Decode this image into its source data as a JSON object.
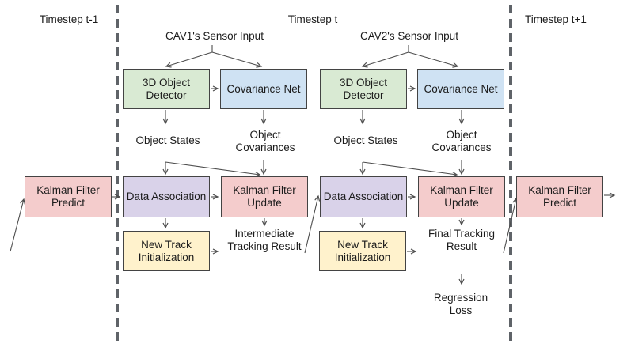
{
  "diagram": {
    "timesteps": {
      "prev": "Timestep t-1",
      "current": "Timestep t",
      "next": "Timestep t+1"
    },
    "prev_column": {
      "kalman_predict": "Kalman Filter Predict"
    },
    "next_column": {
      "kalman_predict": "Kalman Filter Predict"
    },
    "cav1": {
      "sensor_input": "CAV1's Sensor Input",
      "detector": "3D Object Detector",
      "covariance_net": "Covariance Net",
      "object_states": "Object States",
      "object_covariances": "Object Covariances",
      "data_association": "Data Association",
      "kalman_update": "Kalman Filter Update",
      "new_track": "New Track Initialization",
      "result": "Intermediate Tracking Result"
    },
    "cav2": {
      "sensor_input": "CAV2's Sensor Input",
      "detector": "3D Object Detector",
      "covariance_net": "Covariance Net",
      "object_states": "Object States",
      "object_covariances": "Object Covariances",
      "data_association": "Data Association",
      "kalman_update": "Kalman Filter Update",
      "new_track": "New Track Initialization",
      "result": "Final Tracking Result"
    },
    "loss_label": "Regression Loss",
    "colors": {
      "detector_fill": "#d9ead3",
      "covariance_fill": "#cfe2f3",
      "kalman_fill": "#f4cccc",
      "association_fill": "#d9d2e9",
      "new_track_fill": "#fff2cc",
      "border": "#434343",
      "arrow": "#4d4d4d",
      "divider": "#5f6368"
    }
  }
}
